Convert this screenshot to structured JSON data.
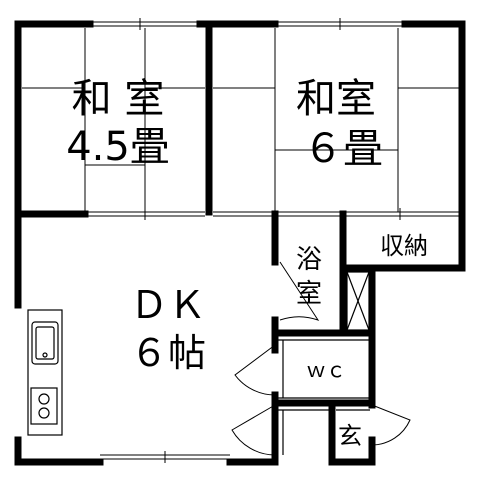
{
  "rooms": {
    "washitsu_small": {
      "line1": "和 室",
      "line2": "4.5畳"
    },
    "washitsu_large": {
      "line1": "和室",
      "line2": "６畳"
    },
    "storage": {
      "label": "収納"
    },
    "bath": {
      "line1": "浴",
      "line2": "室"
    },
    "dk": {
      "line1": "ＤＫ",
      "line2": "６帖"
    },
    "wc": {
      "label": "ｗｃ"
    },
    "entrance": {
      "label": "玄"
    }
  }
}
